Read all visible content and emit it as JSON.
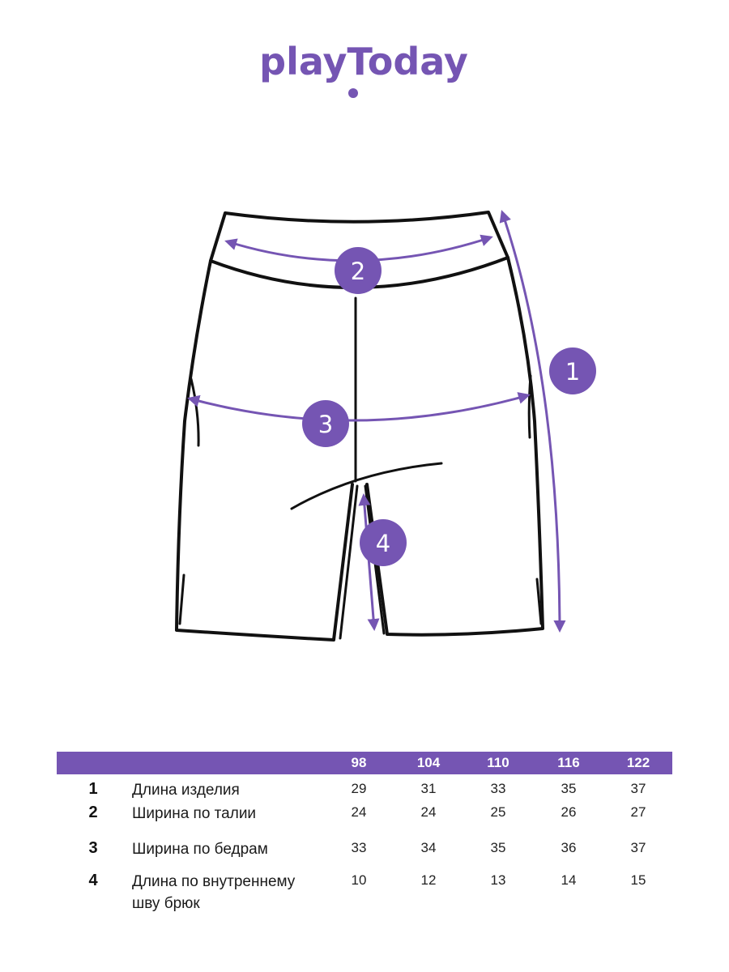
{
  "brand": {
    "logo_text": "playToday",
    "accent_color": "#7555b3"
  },
  "diagram": {
    "markers": [
      {
        "label": "1",
        "icon": "length-arrow-icon"
      },
      {
        "label": "2",
        "icon": "waist-arrow-icon"
      },
      {
        "label": "3",
        "icon": "hip-arrow-icon"
      },
      {
        "label": "4",
        "icon": "inseam-arrow-icon"
      }
    ]
  },
  "table": {
    "sizes": [
      "98",
      "104",
      "110",
      "116",
      "122"
    ],
    "rows": [
      {
        "num": "1",
        "label": "Длина изделия",
        "values": [
          "29",
          "31",
          "33",
          "35",
          "37"
        ]
      },
      {
        "num": "2",
        "label": "Ширина по талии",
        "values": [
          "24",
          "24",
          "25",
          "26",
          "27"
        ]
      },
      {
        "num": "3",
        "label": "Ширина по бедрам",
        "values": [
          "33",
          "34",
          "35",
          "36",
          "37"
        ]
      },
      {
        "num": "4",
        "label": "Длина по внутреннему шву брюк",
        "values": [
          "10",
          "12",
          "13",
          "14",
          "15"
        ]
      }
    ]
  }
}
